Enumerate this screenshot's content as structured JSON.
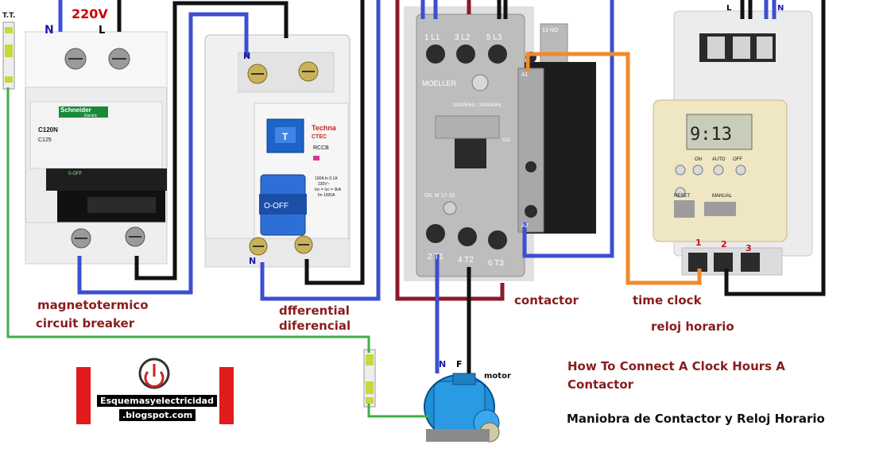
{
  "supply": {
    "voltage": "220V",
    "neutral_label": "N",
    "line_label": "L",
    "earth_label": "T.T."
  },
  "breaker": {
    "label_es": "magnetotermico",
    "label_en": "circuit breaker",
    "brand": "Schneider",
    "brand_sub": "Electric",
    "model": "C120N",
    "rating": "C125",
    "toggle_text": "0-OFF",
    "top_terminal_n": "N",
    "top_terminal_l": "L"
  },
  "rcd": {
    "label_en": "dfferential",
    "label_es": "diferencial",
    "brand": "Techna",
    "brand_sub": "CTEC",
    "type": "RCCB",
    "button": "T",
    "toggle_text": "O-OFF",
    "spec1": "100A In 0.1A",
    "spec2": "230V~",
    "spec3": "Inc = Icc = 3kA",
    "spec4": "Im 1000A",
    "terminal_top": "N",
    "terminal_bottom": "N"
  },
  "contactor": {
    "label": "contactor",
    "brand": "MOELLER",
    "coil": "230V50Hz / 240V60Hz",
    "model": "DIL M 17-10",
    "top_terms": [
      "1 L1",
      "3 L2",
      "5 L3"
    ],
    "bottom_terms": [
      "2 T1",
      "4 T2",
      "6 T3"
    ],
    "aux": "13 NO",
    "coil_a1": "A1",
    "coil_a2": "A2",
    "code": "510"
  },
  "timer": {
    "label_en": "time clock",
    "label_es": "reloj horario",
    "display": "9:13",
    "btn_labels": [
      "ON",
      "AUTO",
      "OFF"
    ],
    "btn_labels2": [
      "RESET",
      "MANUAL"
    ],
    "terminals": [
      "1",
      "2",
      "3"
    ],
    "top_l": "L",
    "top_n": "N"
  },
  "motor": {
    "label": "motor",
    "n_label": "N",
    "f_label": "F"
  },
  "title_en": "How To Connect A Clock Hours A Contactor",
  "title_en_line1": "How To Connect A Clock Hours A",
  "title_en_line2": "Contactor",
  "title_es": "Maniobra de Contactor y Reloj Horario",
  "logo": {
    "line1": "Esquemasyelectricidad",
    "line2": ".blogspot.com"
  },
  "colors": {
    "wire_blue": "#3c4fd0",
    "wire_black": "#111111",
    "wire_maroon": "#8b1a2a",
    "wire_orange": "#f08a2c",
    "wire_green": "#3fae4a",
    "label_maroon": "#8a1c1c",
    "logo_red": "#e21b1b"
  }
}
